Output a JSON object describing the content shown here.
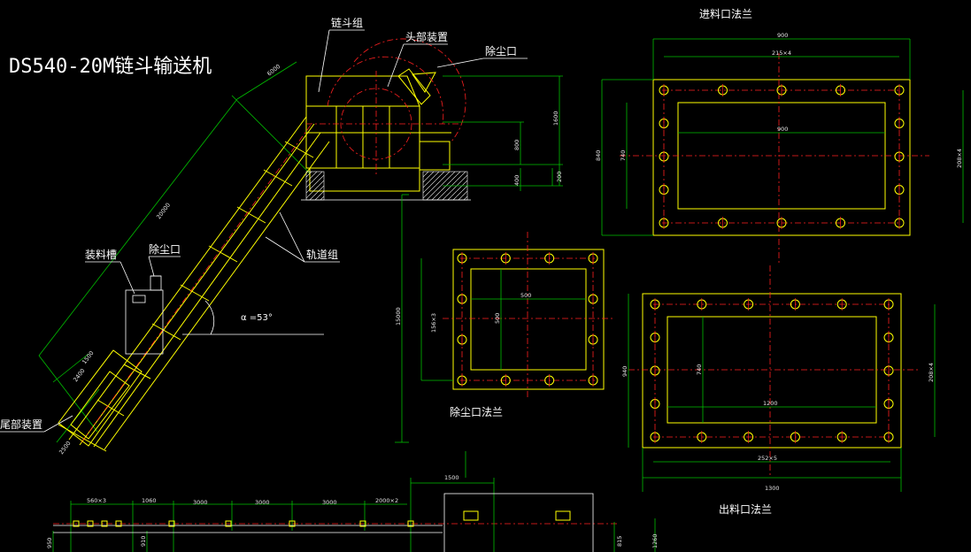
{
  "title": "DS540-20M链斗输送机",
  "labels": {
    "chain_bucket_group": "链斗组",
    "head_device": "头部装置",
    "dust_outlet_top": "除尘口",
    "dust_outlet_side": "除尘口",
    "loading_trough": "装料槽",
    "track_group": "轨道组",
    "tail_device": "尾部装置",
    "angle": "α =53°",
    "inlet_flange": "进料口法兰",
    "dust_flange": "除尘口法兰",
    "outlet_flange": "出料口法兰"
  },
  "dims": {
    "incline_upper": "6000",
    "incline_main": "20000",
    "incline_lower": "1500",
    "incline_tail1": "2400",
    "incline_tail2": "2500",
    "head_h1": "1600",
    "head_h2": "800",
    "head_h3": "400",
    "head_h4": "200",
    "total_h": "15000",
    "inlet_w_outer": "900",
    "inlet_bolts_top": "215×4",
    "inlet_w_inner": "900",
    "inlet_h_left": "840",
    "inlet_h_inner": "740",
    "inlet_h_right": "208×4",
    "dust_w": "500",
    "dust_h": "500",
    "dust_bolts_left": "156×3",
    "outlet_w_inner": "1200",
    "outlet_bolts_bottom": "252×5",
    "outlet_w_outer": "1300",
    "outlet_h_left": "940",
    "outlet_h_inner": "740",
    "outlet_h_right": "208×4",
    "plan_w1": "1500",
    "plan_a": "560×3",
    "plan_b": "1060",
    "plan_c": "3000",
    "plan_d": "3000",
    "plan_e": "3000",
    "plan_f": "2000×2",
    "plan_l1": "950",
    "plan_l2": "910",
    "plan_r1": "815",
    "plan_r2": "1260"
  }
}
